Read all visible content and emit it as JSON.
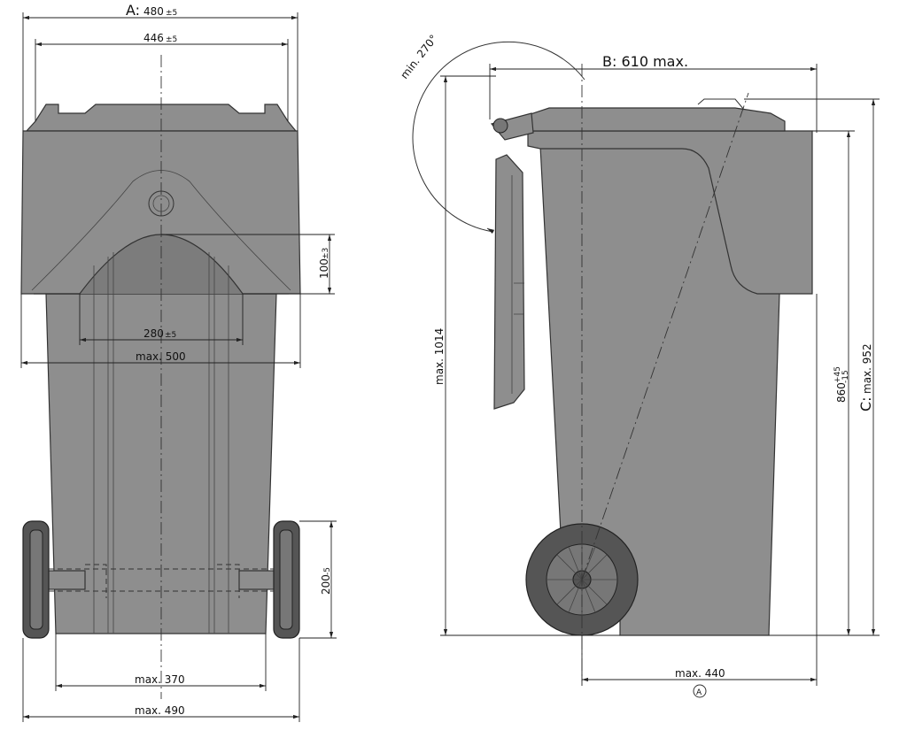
{
  "front_view": {
    "dim_a_label": "A:",
    "dim_a_value": "480",
    "dim_a_tol": "±5",
    "dim_top_value": "446",
    "dim_top_tol": "±5",
    "dim_recess_height": "100",
    "dim_recess_height_tol": "±3",
    "dim_recess_width": "280",
    "dim_recess_width_tol": "±5",
    "dim_body_width": "max. 500",
    "dim_axle_height": "200",
    "dim_axle_height_tol": "-5",
    "dim_base_width": "max. 370",
    "dim_wheel_width": "max. 490"
  },
  "side_view": {
    "dim_b": "B:  610 max.",
    "dim_lid_angle": "min. 270°",
    "dim_total_height": "max. 1014",
    "dim_body_height": "860",
    "dim_body_height_tol_upper": "+45",
    "dim_body_height_tol_lower": "-15",
    "dim_c_label": "C:",
    "dim_c_value": "max. 952",
    "dim_depth": "max. 440",
    "marker_a": "A"
  }
}
